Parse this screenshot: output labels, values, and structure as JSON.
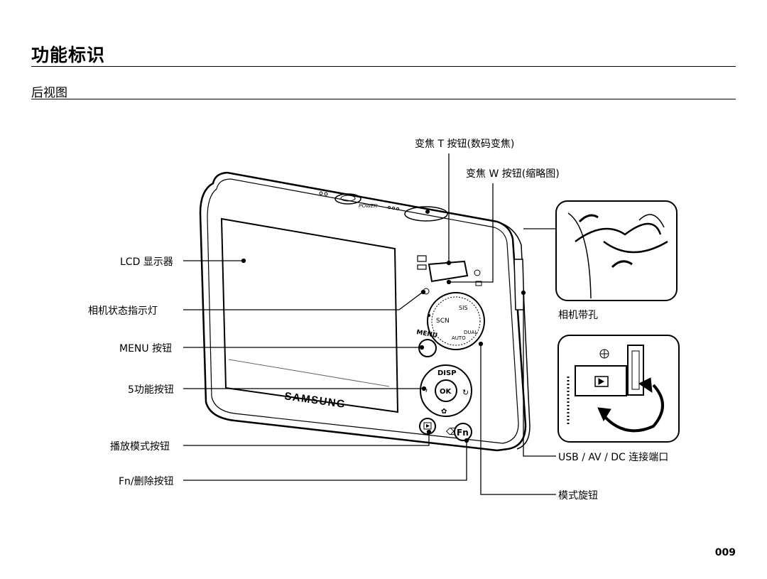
{
  "header": {
    "title": "功能标识",
    "subtitle": "后视图"
  },
  "labels": {
    "zoom_t": "变焦 T 按钮(数码变焦)",
    "zoom_w": "变焦 W 按钮(缩略图)",
    "lcd": "LCD 显示器",
    "status_lamp": "相机状态指示灯",
    "menu": "MENU 按钮",
    "five_function": "5功能按钮",
    "play": "播放模式按钮",
    "fn_delete": "Fn/删除按钮",
    "strap": "相机带孔",
    "usb": "USB / AV / DC 连接端口",
    "mode_dial": "模式旋钮"
  },
  "camera": {
    "brand": "SAMSUNG",
    "power_text": "POWER",
    "dial_marks": [
      "SCN",
      "SIS",
      "AUTO",
      "DUAL"
    ],
    "buttons": {
      "disp": "DISP",
      "ok": "OK",
      "menu": "MENU",
      "fn": "Fn"
    }
  },
  "footer": {
    "page_number": "009"
  }
}
